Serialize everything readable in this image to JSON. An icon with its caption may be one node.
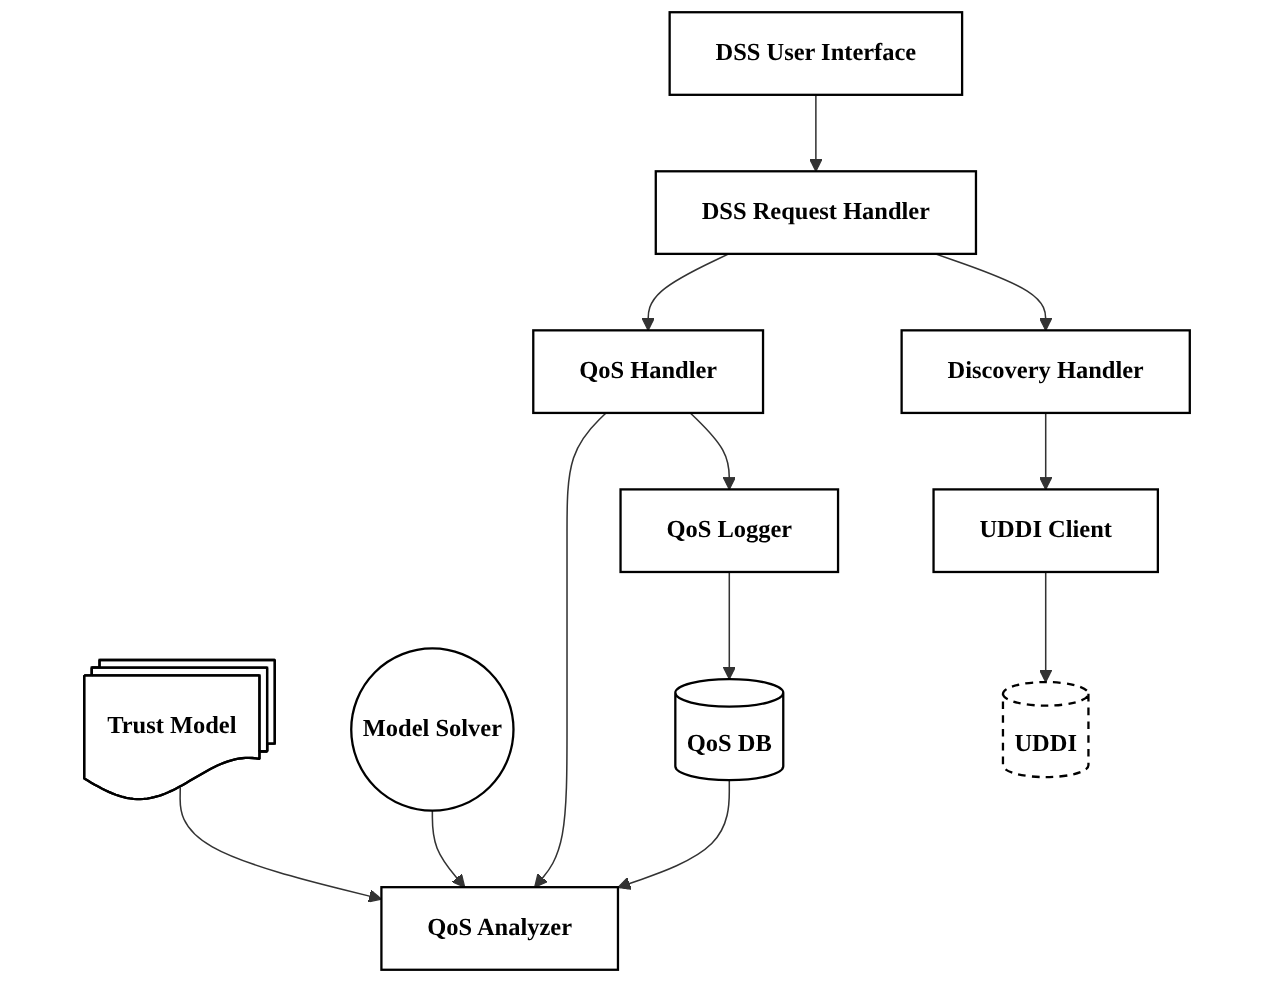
{
  "diagram": {
    "nodes": [
      {
        "text": [
          "DSS User Interface"
        ]
      },
      {
        "text": [
          "DSS Request Handler"
        ]
      },
      {
        "text": [
          "QoS Handler"
        ]
      },
      {
        "text": [
          "Discovery Handler"
        ]
      },
      {
        "text": [
          "QoS Analyzer"
        ]
      },
      {
        "text": [
          "QoS Logger"
        ]
      },
      {
        "text": [
          "UDDI Client"
        ]
      },
      {
        "text": [
          "Trust Model"
        ]
      },
      {
        "text": [
          "Model Solver"
        ]
      },
      {
        "text": [
          "QoS DB"
        ]
      },
      {
        "text": [
          "UDDI"
        ]
      }
    ],
    "edges": [
      {
        "from": 0,
        "to": 1,
        "arrow": "to"
      },
      {
        "from": 1,
        "to": 2,
        "arrow": "to"
      },
      {
        "from": 1,
        "to": 3,
        "arrow": "to"
      },
      {
        "from": 2,
        "to": 4,
        "arrow": "to"
      },
      {
        "from": 2,
        "to": 5,
        "arrow": "to"
      },
      {
        "from": 3,
        "to": 6,
        "arrow": "to"
      },
      {
        "from": 5,
        "to": 9,
        "arrow": "to"
      },
      {
        "from": 6,
        "to": 10,
        "arrow": "to"
      },
      {
        "from": 7,
        "to": 4,
        "arrow": "to"
      },
      {
        "from": 8,
        "to": 4,
        "arrow": "to"
      },
      {
        "from": 9,
        "to": 4,
        "arrow": "to"
      }
    ]
  }
}
